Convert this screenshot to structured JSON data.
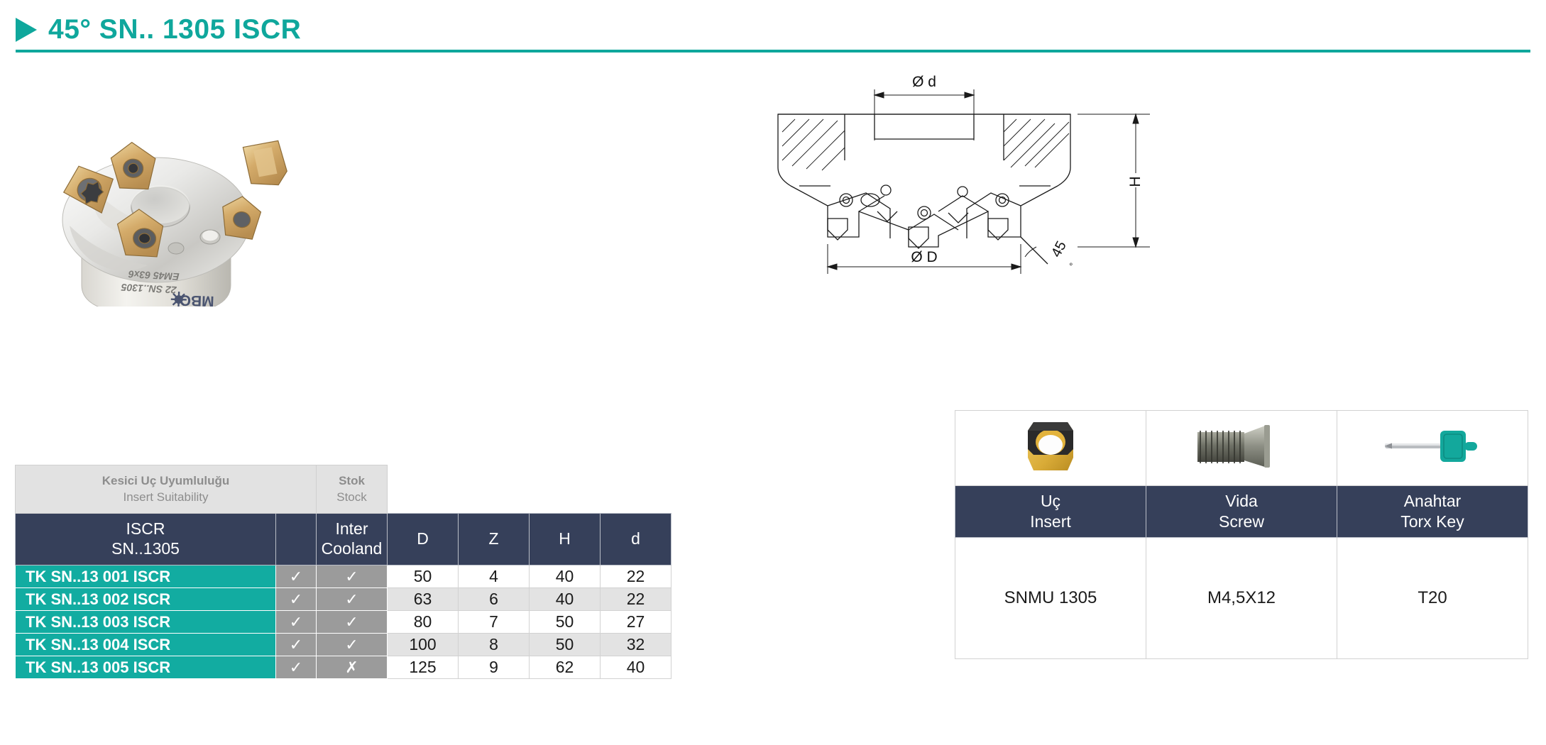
{
  "header": {
    "arrow_icon": "triangle-right-icon",
    "title": "45° SN.. 1305 ISCR",
    "accent_color": "#0fa79c"
  },
  "product_photo": {
    "alt_name": "45-degree-face-mill-cutter-photo",
    "engraving_line1": "EM45 63x6",
    "engraving_line2": "22 SN..1305",
    "brand": "MBC"
  },
  "drawing": {
    "name": "technical-cross-section-drawing",
    "dim_small_diameter": "Ø d",
    "dim_large_diameter": "Ø D",
    "dim_height": "H",
    "angle": "45",
    "angle_unit": "°"
  },
  "left_table": {
    "group_header": {
      "insert_suitability_tr": "Kesici Uç Uyumluluğu",
      "insert_suitability_en": "Insert Suitability",
      "stock_tr": "Stok",
      "stock_en": "Stock"
    },
    "columns": {
      "name_l1": "ISCR",
      "name_l2": "SN..1305",
      "blank": "",
      "inter_l1": "Inter",
      "inter_l2": "Cooland",
      "d_major": "D",
      "z": "Z",
      "h": "H",
      "d_minor": "d"
    },
    "check_icon": "✓",
    "cross_icon": "✗",
    "rows": [
      {
        "name": "TK SN..13 001 ISCR",
        "stock": "✓",
        "inter_cooland": "✓",
        "D": "50",
        "Z": "4",
        "H": "40",
        "d": "22"
      },
      {
        "name": "TK SN..13 002 ISCR",
        "stock": "✓",
        "inter_cooland": "✓",
        "D": "63",
        "Z": "6",
        "H": "40",
        "d": "22"
      },
      {
        "name": "TK SN..13 003 ISCR",
        "stock": "✓",
        "inter_cooland": "✓",
        "D": "80",
        "Z": "7",
        "H": "50",
        "d": "27"
      },
      {
        "name": "TK SN..13 004 ISCR",
        "stock": "✓",
        "inter_cooland": "✓",
        "D": "100",
        "Z": "8",
        "H": "50",
        "d": "32"
      },
      {
        "name": "TK SN..13 005 ISCR",
        "stock": "✓",
        "inter_cooland": "✗",
        "D": "125",
        "Z": "9",
        "H": "62",
        "d": "40"
      }
    ]
  },
  "right_table": {
    "images": {
      "insert": "carbide-insert-photo",
      "screw": "torx-screw-photo",
      "key": "torx-key-photo"
    },
    "headers": {
      "insert_tr": "Uç",
      "insert_en": "Insert",
      "screw_tr": "Vida",
      "screw_en": "Screw",
      "key_tr": "Anahtar",
      "key_en": "Torx Key"
    },
    "values": {
      "insert": "SNMU 1305",
      "screw": "M4,5X12",
      "key": "T20"
    }
  }
}
